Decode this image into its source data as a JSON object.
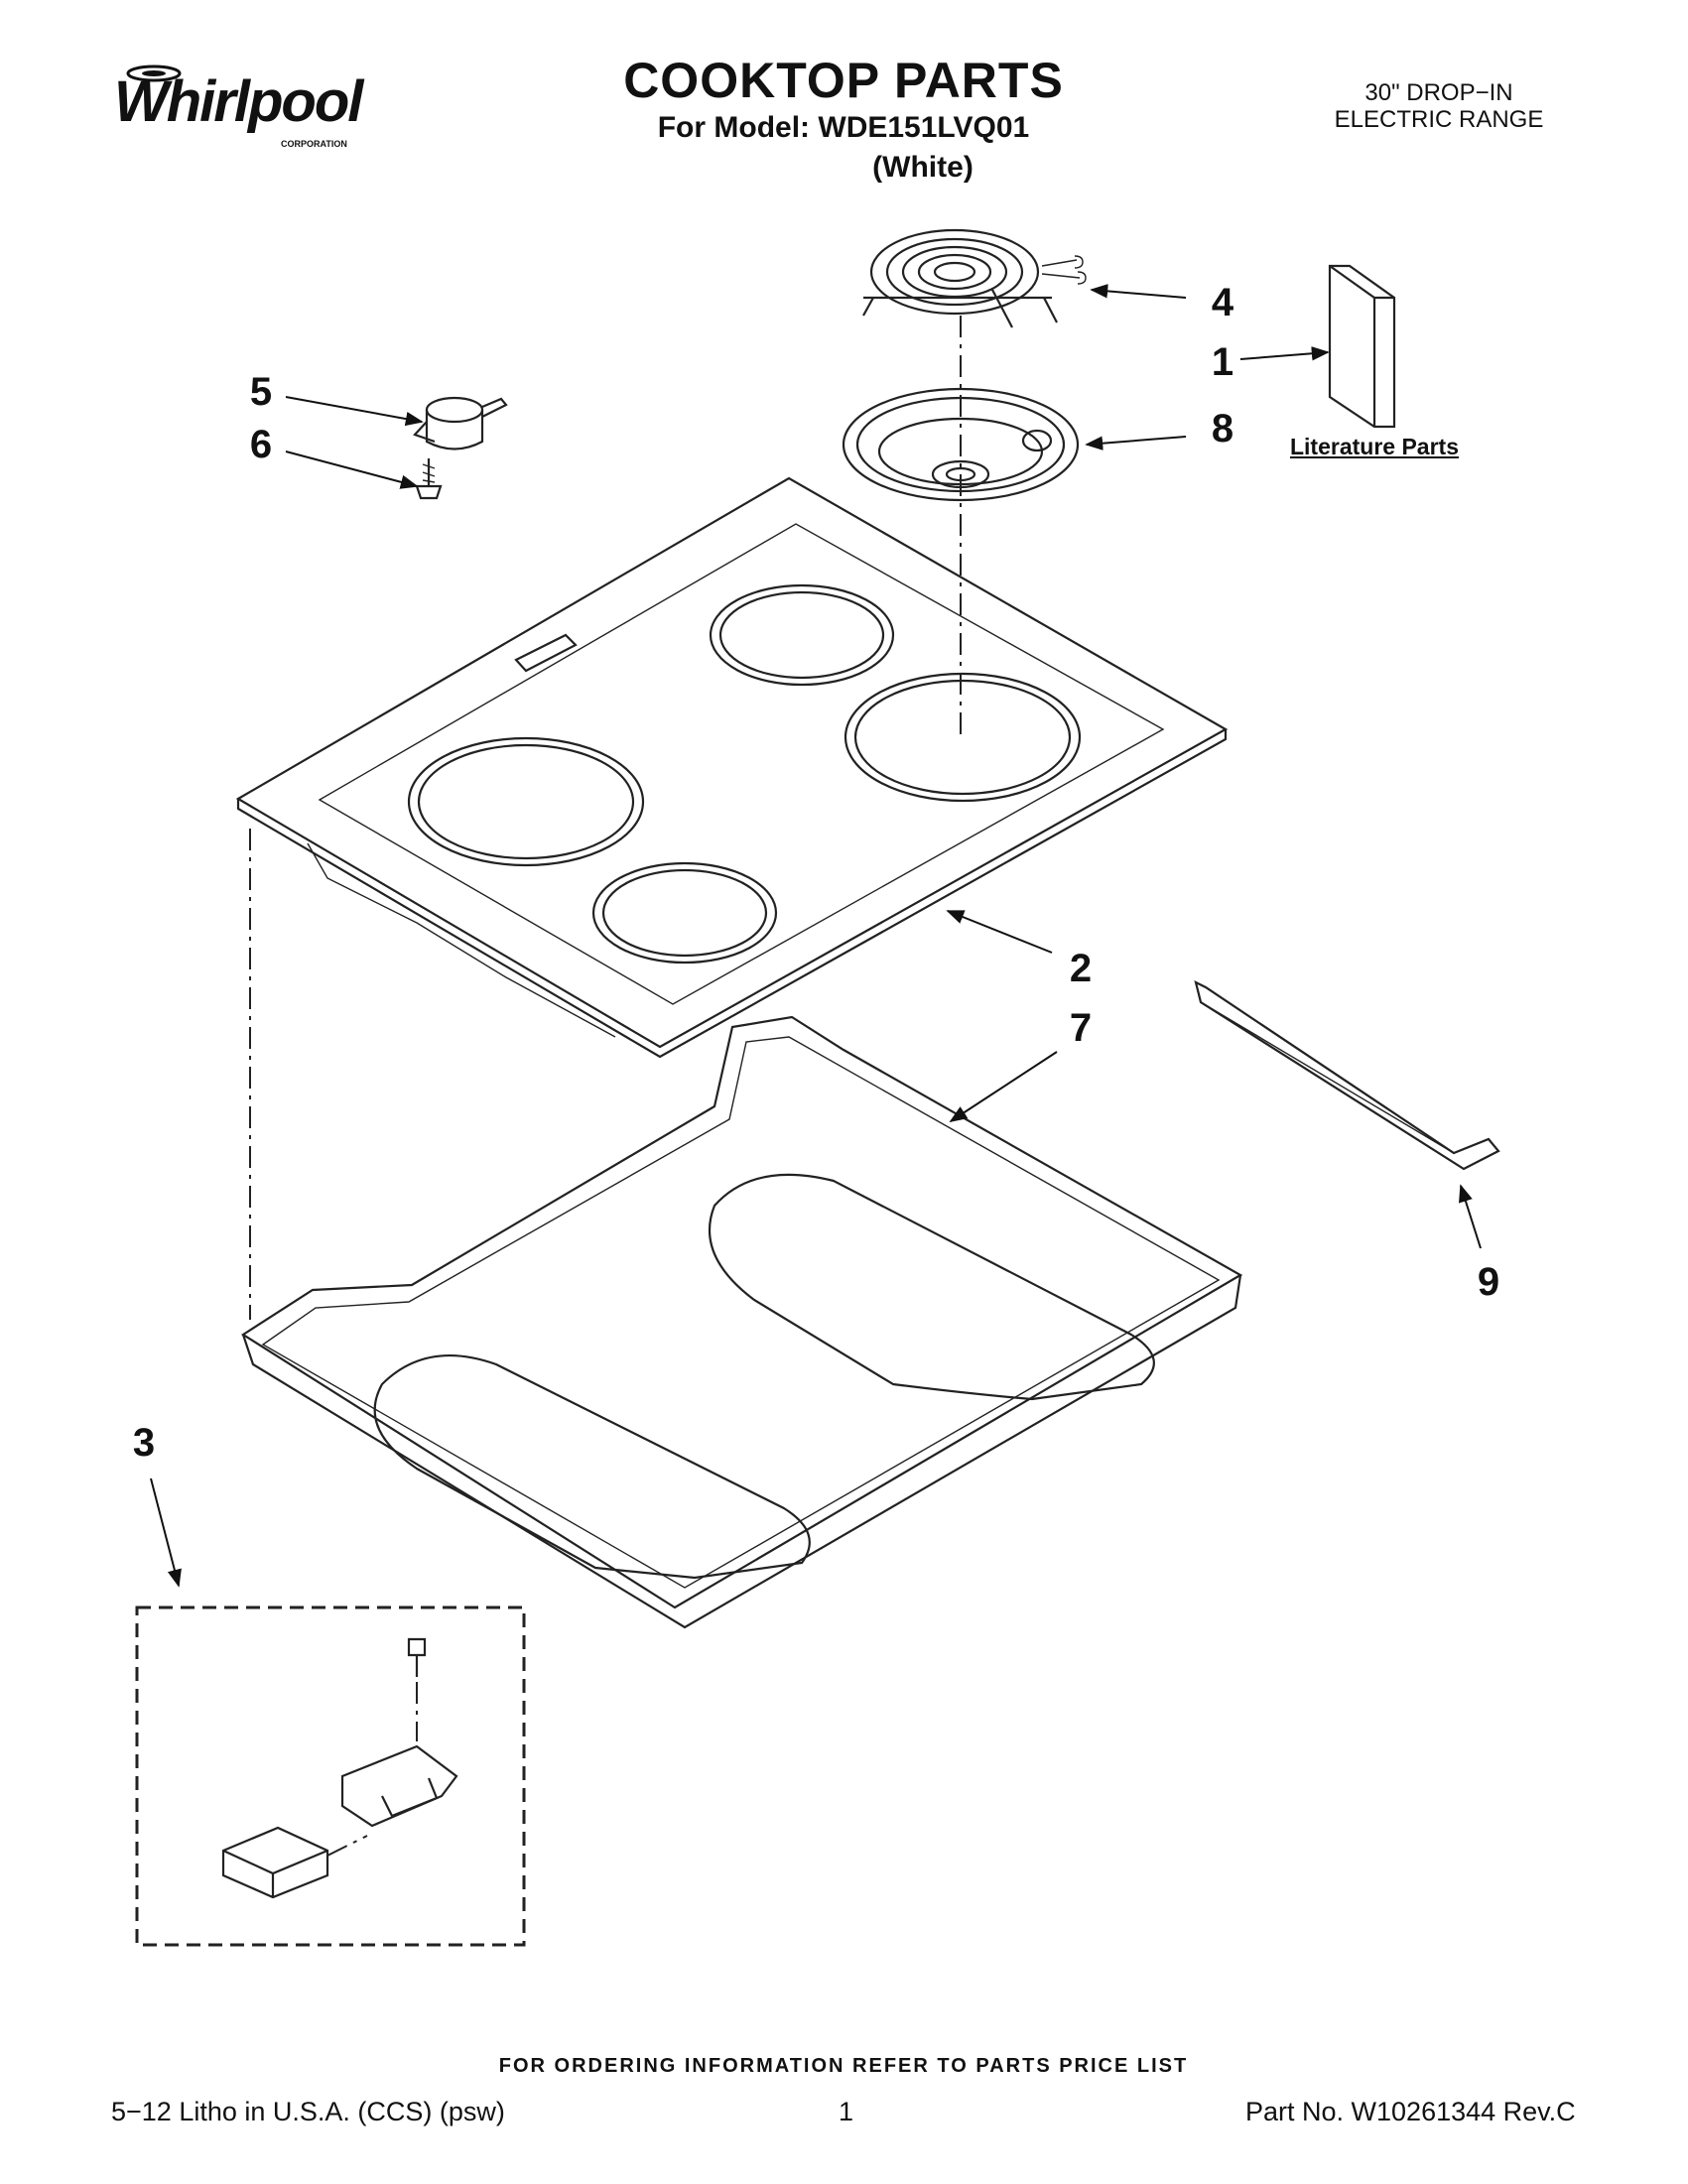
{
  "brand": {
    "logo_text": "Whirlpool",
    "logo_sub": "CORPORATION"
  },
  "header": {
    "title": "COOKTOP PARTS",
    "model_line": "For Model: WDE151LVQ01",
    "color": "(White)",
    "range_type_line1": "30\" DROP−IN",
    "range_type_line2": "ELECTRIC RANGE"
  },
  "diagram": {
    "literature_label": "Literature Parts",
    "callouts": [
      "1",
      "2",
      "3",
      "4",
      "5",
      "6",
      "7",
      "8",
      "9"
    ]
  },
  "footer": {
    "ordering_note": "FOR ORDERING INFORMATION REFER TO PARTS PRICE LIST",
    "litho": "5−12 Litho in U.S.A. (CCS) (psw)",
    "page": "1",
    "part_no": "Part No. W10261344 Rev.C"
  }
}
